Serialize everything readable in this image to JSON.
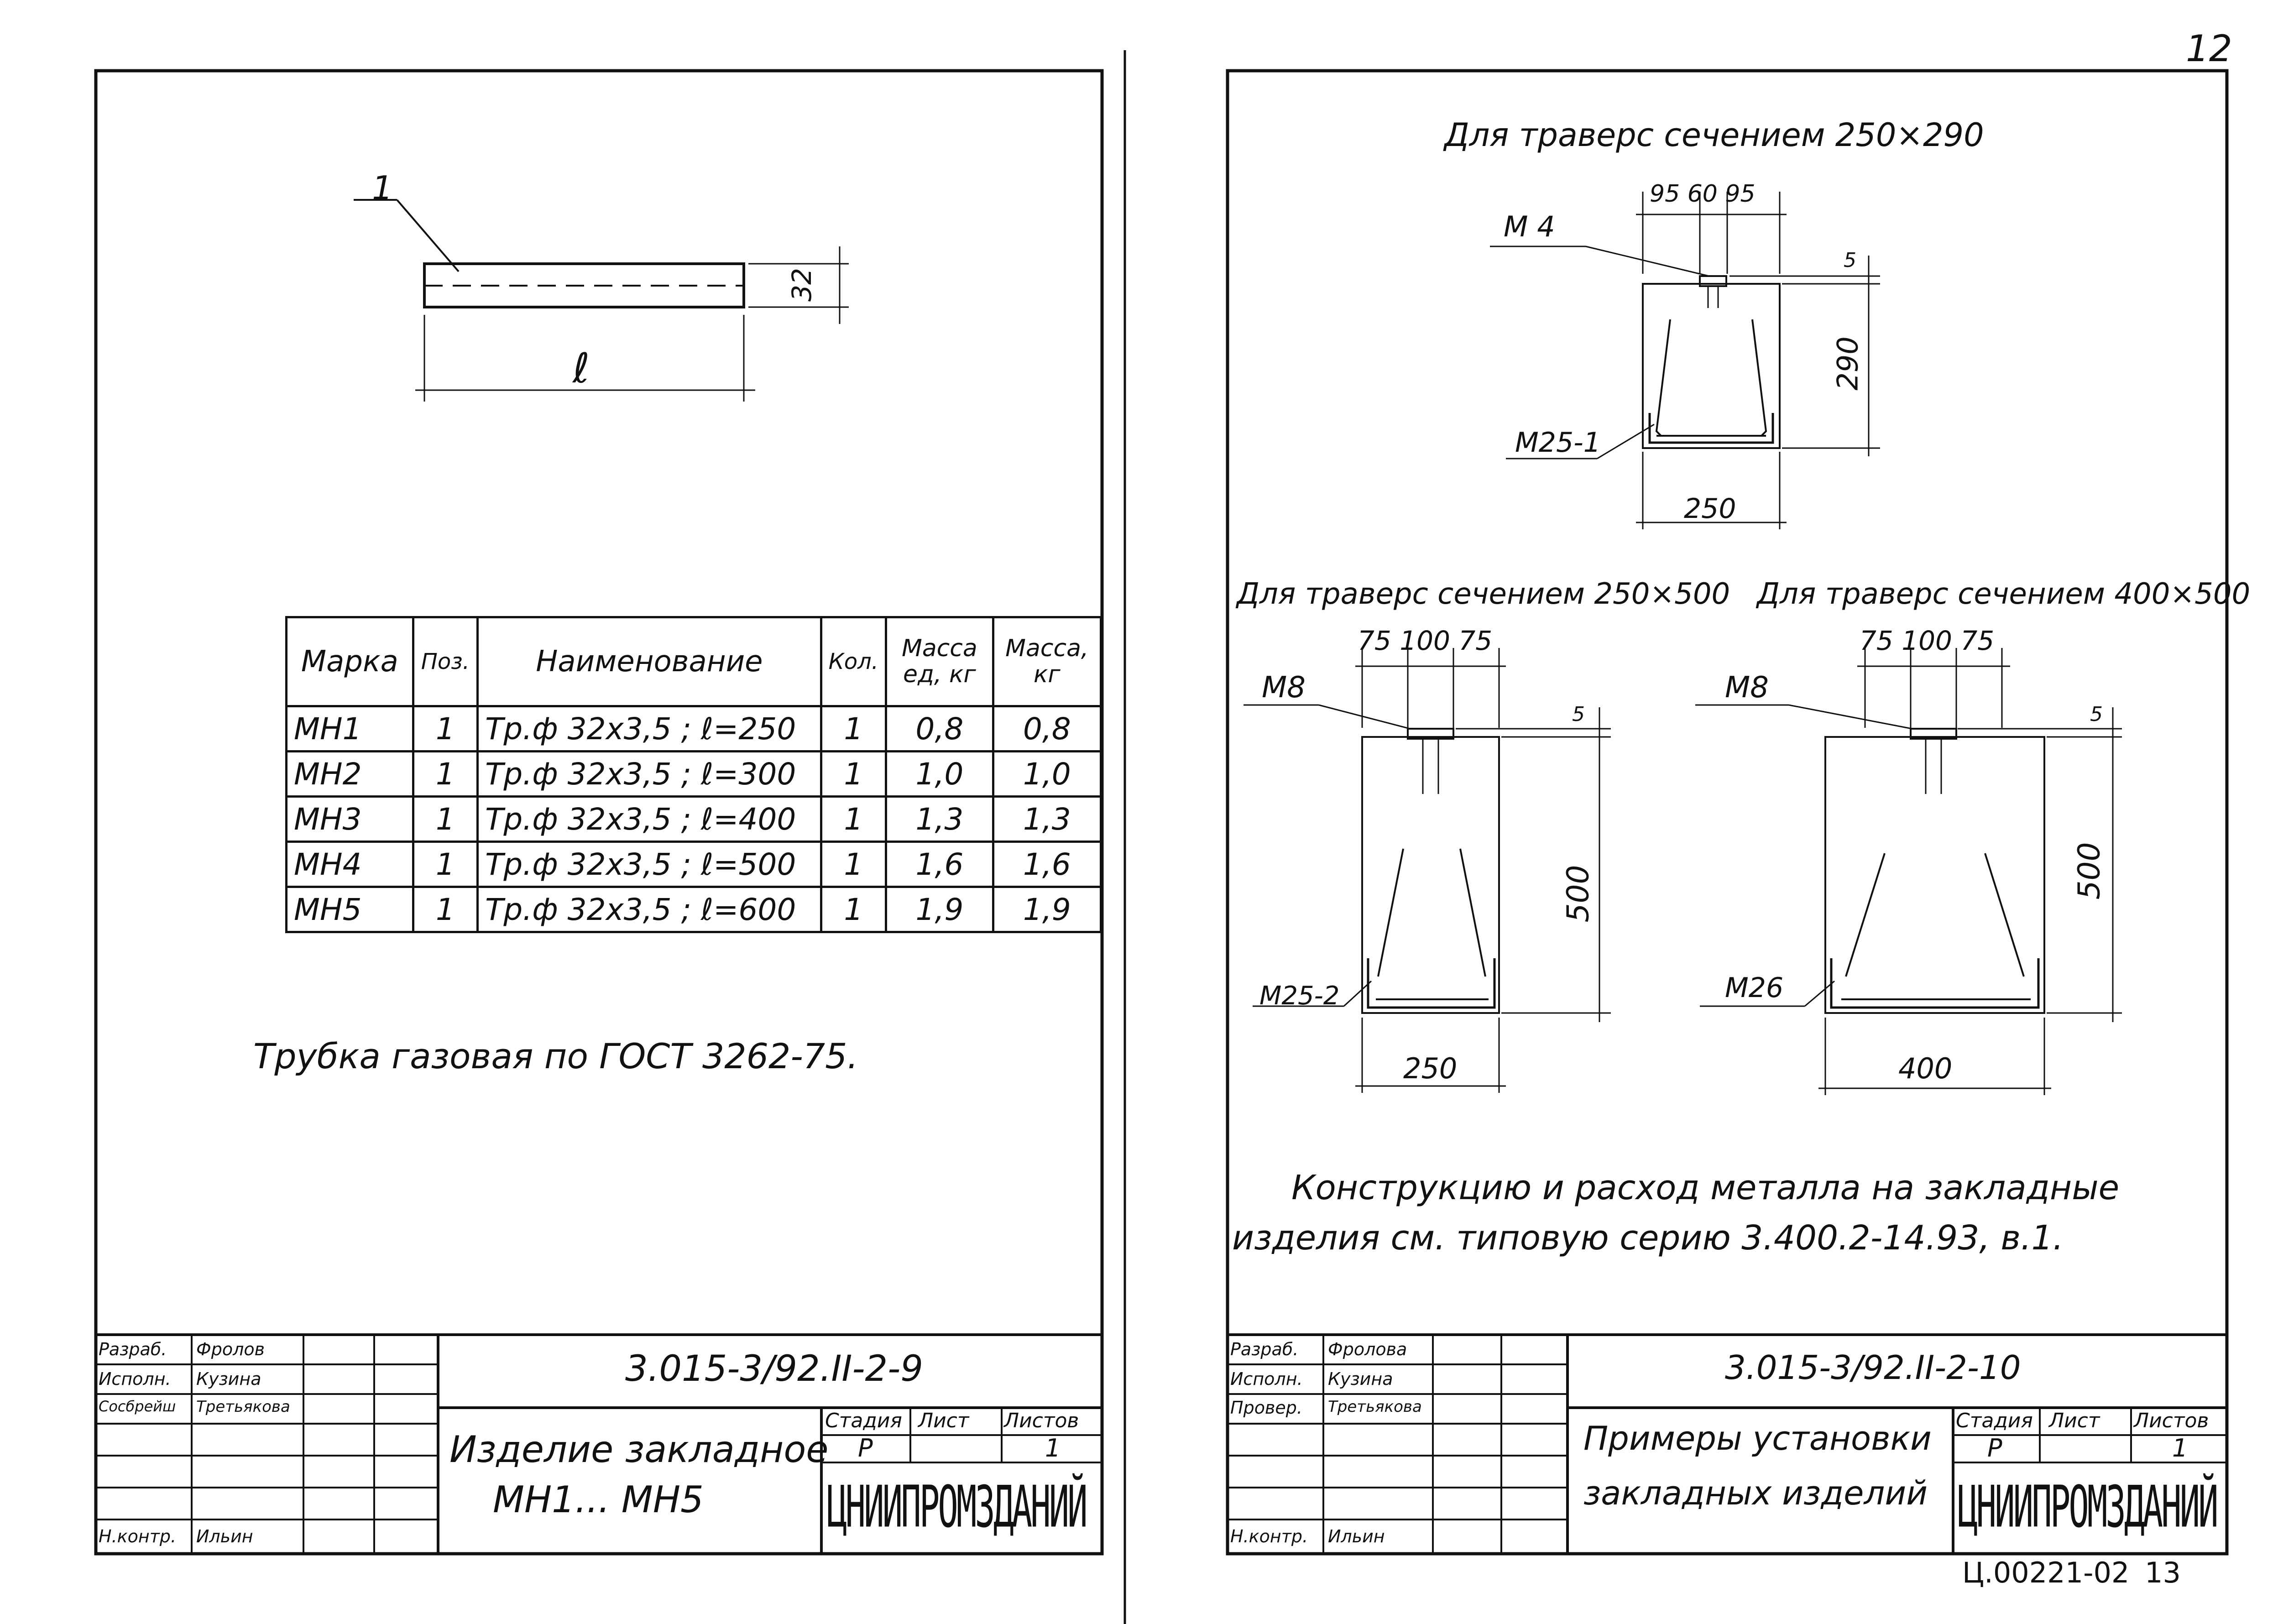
{
  "corner_number": "12",
  "footer_code": "Ц.00221-02",
  "footer_page": "13",
  "left_sheet": {
    "part_label": "1",
    "height_dim": "32",
    "length_dim": "ℓ",
    "spec_table": {
      "headers": [
        "Марка",
        "Поз.",
        "Наименование",
        "Кол.",
        "Масса ед, кг",
        "Масса, кг"
      ],
      "rows": [
        [
          "МН1",
          "1",
          "Тр.ф 32х3,5 ; ℓ=250",
          "1",
          "0,8",
          "0,8"
        ],
        [
          "МН2",
          "1",
          "Тр.ф 32х3,5 ; ℓ=300",
          "1",
          "1,0",
          "1,0"
        ],
        [
          "МН3",
          "1",
          "Тр.ф 32х3,5 ; ℓ=400",
          "1",
          "1,3",
          "1,3"
        ],
        [
          "МН4",
          "1",
          "Тр.ф 32х3,5 ; ℓ=500",
          "1",
          "1,6",
          "1,6"
        ],
        [
          "МН5",
          "1",
          "Тр.ф 32х3,5 ; ℓ=600",
          "1",
          "1,9",
          "1,9"
        ]
      ]
    },
    "note": "Трубка газовая по ГОСТ 3262-75.",
    "title_block": {
      "code": "3.015-3/92.II-2-9",
      "title_line1": "Изделие закладное",
      "title_line2": "МН1... МН5",
      "stage_label": "Стадия",
      "sheet_label": "Лист",
      "sheets_label": "Листов",
      "stage_value": "Р",
      "sheet_value": "",
      "sheets_value": "1",
      "org": "ЦНИИПРОМЗДАНИЙ",
      "signers": [
        {
          "role": "Разраб.",
          "name": "Фролов"
        },
        {
          "role": "Исполн.",
          "name": "Кузина"
        },
        {
          "role": "Сосбрейш",
          "name": "Третьякова"
        },
        {
          "role": "",
          "name": ""
        },
        {
          "role": "",
          "name": ""
        },
        {
          "role": "",
          "name": ""
        },
        {
          "role": "Н.контр.",
          "name": "Ильин"
        }
      ]
    }
  },
  "right_sheet": {
    "section1": {
      "title": "Для траверс сечением 250×290",
      "mark_top": "М 4",
      "mark_bottom": "М25-1",
      "top_dims": "95 60 95",
      "gap_dim": "5",
      "height_dim": "290",
      "width_dim": "250"
    },
    "section2": {
      "title": "Для траверс сечением 250×500",
      "mark_top": "М8",
      "mark_bottom": "М25-2",
      "top_dims": "75 100 75",
      "gap_dim": "5",
      "height_dim": "500",
      "width_dim": "250"
    },
    "section3": {
      "title": "Для траверс сечением 400×500",
      "mark_top": "М8",
      "mark_bottom": "М26",
      "top_dims": "75 100 75",
      "gap_dim": "5",
      "height_dim": "500",
      "width_dim": "400"
    },
    "note_line1": "Конструкцию и расход металла на закладные",
    "note_line2": "изделия см. типовую серию 3.400.2-14.93, в.1.",
    "title_block": {
      "code": "3.015-3/92.II-2-10",
      "title_line1": "Примеры установки",
      "title_line2": "закладных изделий",
      "stage_label": "Стадия",
      "sheet_label": "Лист",
      "sheets_label": "Листов",
      "stage_value": "Р",
      "sheet_value": "",
      "sheets_value": "1",
      "org": "ЦНИИПРОМЗДАНИЙ",
      "signers": [
        {
          "role": "Разраб.",
          "name": "Фролова"
        },
        {
          "role": "Исполн.",
          "name": "Кузина"
        },
        {
          "role": "Провер.",
          "name": "Третьякова"
        },
        {
          "role": "",
          "name": ""
        },
        {
          "role": "",
          "name": ""
        },
        {
          "role": "",
          "name": ""
        },
        {
          "role": "Н.контр.",
          "name": "Ильин"
        }
      ]
    }
  }
}
